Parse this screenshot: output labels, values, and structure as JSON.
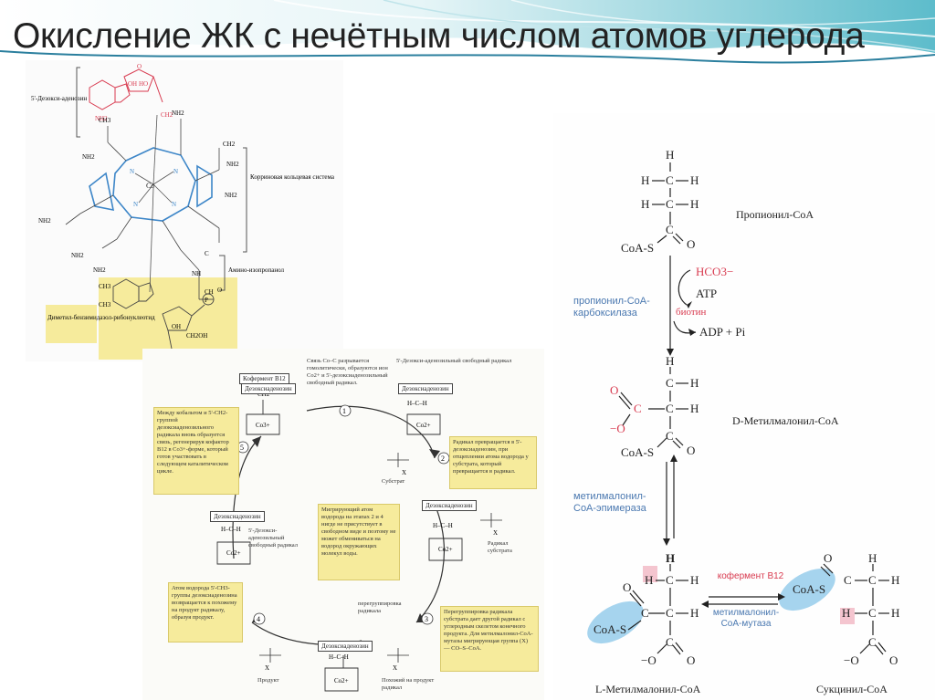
{
  "slide": {
    "title": "Окисление ЖК с нечётным числом атомов углерода"
  },
  "colors": {
    "banner_teal": "#6fc3cf",
    "banner_light": "#d9f0f3",
    "red": "#d83a4f",
    "blue_enzyme": "#4a78b0",
    "yellow_box": "#f6eb9c",
    "pink_highlight": "#f4c5cf",
    "blue_highlight": "#a6d4ee"
  },
  "b12": {
    "labels": {
      "deoxyadenosine": "5'-Дезокси-аденозин",
      "corrin": "Корриновая кольцевая система",
      "aminoisopropanol": "Амино-изопропанол",
      "dimethylbenzimidazole": "Диметил-бензимидазол-рибонуклеотид"
    },
    "atoms": {
      "co": "Co",
      "n": "N",
      "nh2": "NH2",
      "oh": "OH",
      "ho": "HO",
      "ch2oh": "CH2OH",
      "ch3": "CH3",
      "ch2": "CH2",
      "c": "C",
      "o": "O",
      "p": "P",
      "nh": "NH",
      "ch": "CH"
    }
  },
  "cycle": {
    "coenzyme": "Кофермент B12",
    "deoxyadenosine": "Дезоксиаденозин",
    "radical_label": "5'-Дезокси-аденозильный свободный радикал",
    "step1_note": "Связь Co–C разрывается гомолитически, образуются ион Co2+ и 5'-дезоксиаденозильный свободный радикал.",
    "step2_note": "Радикал превращается в 5'-дезоксиаденозин, при отщеплении атома водорода у субстрата, который превращается в радикал.",
    "mid_note": "Мигрирующий атом водорода на этапах 2 и 4 нигде не присутствует в свободном виде и поэтому не может обмениваться на водород окружающих молекул воды.",
    "step3_note": "Перегруппировка радикала субстрата дает другой радикал с углеродным скелетом конечного продукта. Для метилмалонил-CoA-мутазы мигрирующая группа (X) — CO–S–CoA.",
    "step4_note": "Атом водорода 5'-CH3-группы дезоксиаденозина возвращается к похожему на продукт радикалу, образуя продукт.",
    "step5_note": "Между кобальтом и 5'-CH2-группой дезоксиаденозильного радикала вновь образуется связь, регенерируя кофактор B12 в Co3+-форме, который готов участвовать в следующем каталитическом цикле.",
    "substrate": "Субстрат",
    "substrate_radical": "Радикал субстрата",
    "rearranged_radical": "перегруппировка радикала",
    "product": "Продукт",
    "product_like": "Похожий на продукт радикал",
    "step_numbers": [
      "1",
      "2",
      "3",
      "4",
      "5"
    ],
    "co3": "Co3+",
    "co2": "Co2+",
    "ch2": "CH2",
    "ch3": "CH3",
    "hcc": "H–C–H",
    "x": "X",
    "h": "H",
    "c": "C"
  },
  "pathway": {
    "propionyl": "Пропионил-CoA",
    "d_methylmalonyl": "D-Метилмалонил-CoA",
    "l_methylmalonyl": "L-Метилмалонил-CoA",
    "succinyl": "Сукцинил-CoA",
    "carboxylase": "пропионил-CoA-карбоксилаза",
    "epimerase": "метилмалонил-CoA-эпимераза",
    "mutase": "метилмалонил-CoA-мутаза",
    "coenzyme_b12": "кофермент B12",
    "hco3": "HCO3−",
    "atp": "ATP",
    "biotin": "биотин",
    "adp_pi": "ADP + Pi",
    "h": "H",
    "c": "C",
    "o": "O",
    "coas": "CoA-S",
    "om": "−O"
  }
}
